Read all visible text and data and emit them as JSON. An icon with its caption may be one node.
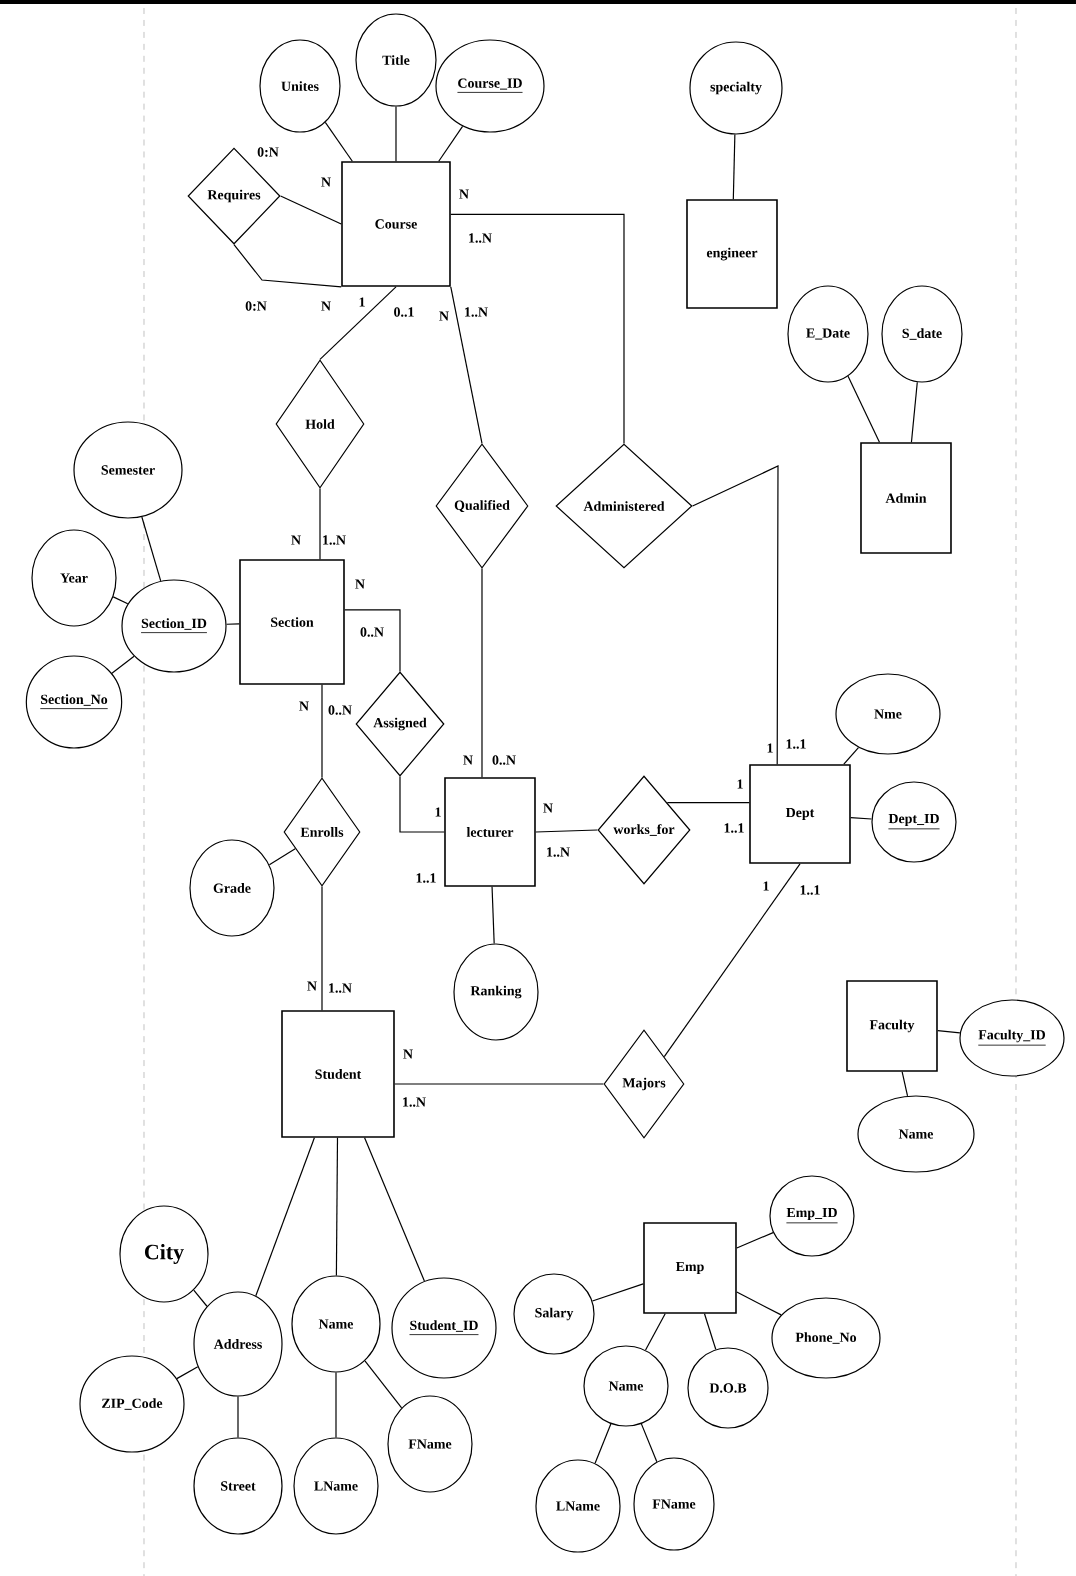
{
  "diagram": {
    "nodes": [
      {
        "text": [
          "Course"
        ]
      },
      {
        "text": [
          "Unites"
        ]
      },
      {
        "text": [
          "Title"
        ]
      },
      {
        "text": [
          "Course_ID"
        ]
      },
      {
        "text": [
          "Requires"
        ]
      },
      {
        "text": [
          "specialty"
        ]
      },
      {
        "text": [
          "engineer"
        ]
      },
      {
        "text": [
          "E_Date"
        ]
      },
      {
        "text": [
          "S_date"
        ]
      },
      {
        "text": [
          "Admin"
        ]
      },
      {
        "text": [
          "Hold"
        ]
      },
      {
        "text": [
          "Qualified"
        ]
      },
      {
        "text": [
          "Administered"
        ]
      },
      {
        "text": [
          "Semester"
        ]
      },
      {
        "text": [
          "Year"
        ]
      },
      {
        "text": [
          "Section_ID"
        ]
      },
      {
        "text": [
          "Section_No"
        ]
      },
      {
        "text": [
          "Section"
        ]
      },
      {
        "text": [
          "Assigned"
        ]
      },
      {
        "text": [
          "Nme"
        ]
      },
      {
        "text": [
          "Enrolls"
        ]
      },
      {
        "text": [
          "lecturer"
        ]
      },
      {
        "text": [
          "works_for"
        ]
      },
      {
        "text": [
          "Dept"
        ]
      },
      {
        "text": [
          "Dept_ID"
        ]
      },
      {
        "text": [
          "Grade"
        ]
      },
      {
        "text": [
          "Ranking"
        ]
      },
      {
        "text": [
          "Faculty"
        ]
      },
      {
        "text": [
          "Faculty_ID"
        ]
      },
      {
        "text": [
          "Name"
        ]
      },
      {
        "text": [
          "Student"
        ]
      },
      {
        "text": [
          "Majors"
        ]
      },
      {
        "text": [
          "City"
        ]
      },
      {
        "text": [
          "Address"
        ]
      },
      {
        "text": [
          "Name"
        ]
      },
      {
        "text": [
          "Student_ID"
        ]
      },
      {
        "text": [
          "ZIP_Code"
        ]
      },
      {
        "text": [
          "Street"
        ]
      },
      {
        "text": [
          "LName"
        ]
      },
      {
        "text": [
          "FName"
        ]
      },
      {
        "text": [
          "Emp_ID"
        ]
      },
      {
        "text": [
          "Emp"
        ]
      },
      {
        "text": [
          "Salary"
        ]
      },
      {
        "text": [
          "Phone_No"
        ]
      },
      {
        "text": [
          "Name"
        ]
      },
      {
        "text": [
          "D.O.B"
        ]
      },
      {
        "text": [
          "LName"
        ]
      },
      {
        "text": [
          "FName"
        ]
      }
    ],
    "edges": [
      {
        "from": 1,
        "to": 0,
        "arrow": "none"
      },
      {
        "from": 2,
        "to": 0,
        "arrow": "none"
      },
      {
        "from": 3,
        "to": 0,
        "arrow": "none"
      },
      {
        "from": 4,
        "to": 0,
        "arrow": "none"
      },
      {
        "from": 4,
        "to": 0,
        "arrow": "none"
      },
      {
        "from": 5,
        "to": 6,
        "arrow": "none"
      },
      {
        "from": 7,
        "to": 9,
        "arrow": "none"
      },
      {
        "from": 8,
        "to": 9,
        "arrow": "none"
      },
      {
        "from": 0,
        "to": 10,
        "arrow": "none"
      },
      {
        "from": 0,
        "to": 11,
        "arrow": "none"
      },
      {
        "from": 0,
        "to": 12,
        "arrow": "none"
      },
      {
        "from": 12,
        "to": 23,
        "arrow": "none"
      },
      {
        "from": 10,
        "to": 17,
        "arrow": "none"
      },
      {
        "from": 13,
        "to": 15,
        "arrow": "none"
      },
      {
        "from": 14,
        "to": 15,
        "arrow": "none"
      },
      {
        "from": 16,
        "to": 15,
        "arrow": "none"
      },
      {
        "from": 15,
        "to": 17,
        "arrow": "none"
      },
      {
        "from": 17,
        "to": 18,
        "arrow": "none"
      },
      {
        "from": 18,
        "to": 21,
        "arrow": "none"
      },
      {
        "from": 11,
        "to": 21,
        "arrow": "none"
      },
      {
        "from": 17,
        "to": 20,
        "arrow": "none"
      },
      {
        "from": 20,
        "to": 25,
        "arrow": "none"
      },
      {
        "from": 20,
        "to": 30,
        "arrow": "none"
      },
      {
        "from": 21,
        "to": 22,
        "arrow": "none"
      },
      {
        "from": 22,
        "to": 23,
        "arrow": "none"
      },
      {
        "from": 23,
        "to": 19,
        "arrow": "none"
      },
      {
        "from": 23,
        "to": 24,
        "arrow": "none"
      },
      {
        "from": 21,
        "to": 26,
        "arrow": "none"
      },
      {
        "from": 23,
        "to": 31,
        "arrow": "none"
      },
      {
        "from": 30,
        "to": 31,
        "arrow": "none"
      },
      {
        "from": 27,
        "to": 28,
        "arrow": "none"
      },
      {
        "from": 27,
        "to": 29,
        "arrow": "none"
      },
      {
        "from": 30,
        "to": 33,
        "arrow": "none"
      },
      {
        "from": 30,
        "to": 34,
        "arrow": "none"
      },
      {
        "from": 30,
        "to": 35,
        "arrow": "none"
      },
      {
        "from": 32,
        "to": 33,
        "arrow": "none"
      },
      {
        "from": 36,
        "to": 33,
        "arrow": "none"
      },
      {
        "from": 37,
        "to": 33,
        "arrow": "none"
      },
      {
        "from": 34,
        "to": 38,
        "arrow": "none"
      },
      {
        "from": 34,
        "to": 39,
        "arrow": "none"
      },
      {
        "from": 41,
        "to": 40,
        "arrow": "none"
      },
      {
        "from": 41,
        "to": 42,
        "arrow": "none"
      },
      {
        "from": 41,
        "to": 43,
        "arrow": "none"
      },
      {
        "from": 41,
        "to": 44,
        "arrow": "none"
      },
      {
        "from": 41,
        "to": 45,
        "arrow": "none"
      },
      {
        "from": 44,
        "to": 46,
        "arrow": "none"
      },
      {
        "from": 44,
        "to": 47,
        "arrow": "none"
      }
    ],
    "labels": [
      "0:N",
      "N",
      "N",
      "1..N",
      "0:N",
      "N",
      "1",
      "0..1",
      "N",
      "1..N",
      "N",
      "1..N",
      "N",
      "0..N",
      "N",
      "0..N",
      "1",
      "1..1",
      "N",
      "0..N",
      "1",
      "1..1",
      "N",
      "1..N",
      "1",
      "1..1",
      "1",
      "1..1",
      "N",
      "1..N",
      "N",
      "1..N"
    ]
  }
}
